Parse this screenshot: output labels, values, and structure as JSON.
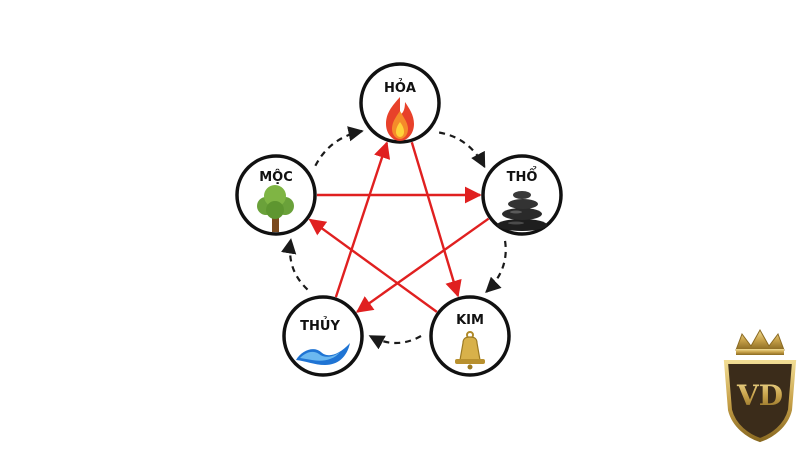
{
  "elements": [
    {
      "key": "hoa",
      "label": "HỎA",
      "icon": "fire-icon"
    },
    {
      "key": "tho",
      "label": "THỔ",
      "icon": "stacked-stones-icon"
    },
    {
      "key": "kim",
      "label": "KIM",
      "icon": "bell-icon"
    },
    {
      "key": "thuy",
      "label": "THỦY",
      "icon": "water-wave-icon"
    },
    {
      "key": "moc",
      "label": "MỘC",
      "icon": "tree-icon"
    }
  ],
  "generating_cycle": [
    [
      "hoa",
      "tho"
    ],
    [
      "tho",
      "kim"
    ],
    [
      "kim",
      "thuy"
    ],
    [
      "thuy",
      "moc"
    ],
    [
      "moc",
      "hoa"
    ]
  ],
  "controlling_cycle": [
    [
      "hoa",
      "kim"
    ],
    [
      "kim",
      "moc"
    ],
    [
      "moc",
      "tho"
    ],
    [
      "tho",
      "thuy"
    ],
    [
      "thuy",
      "hoa"
    ]
  ],
  "colors": {
    "generating_arrow": "#1a1a1a",
    "controlling_arrow": "#e02020",
    "node_border": "#111111",
    "logo_gold": "#c8a24a"
  },
  "logo": {
    "icon": "crown-logo-icon",
    "text": "VD"
  }
}
